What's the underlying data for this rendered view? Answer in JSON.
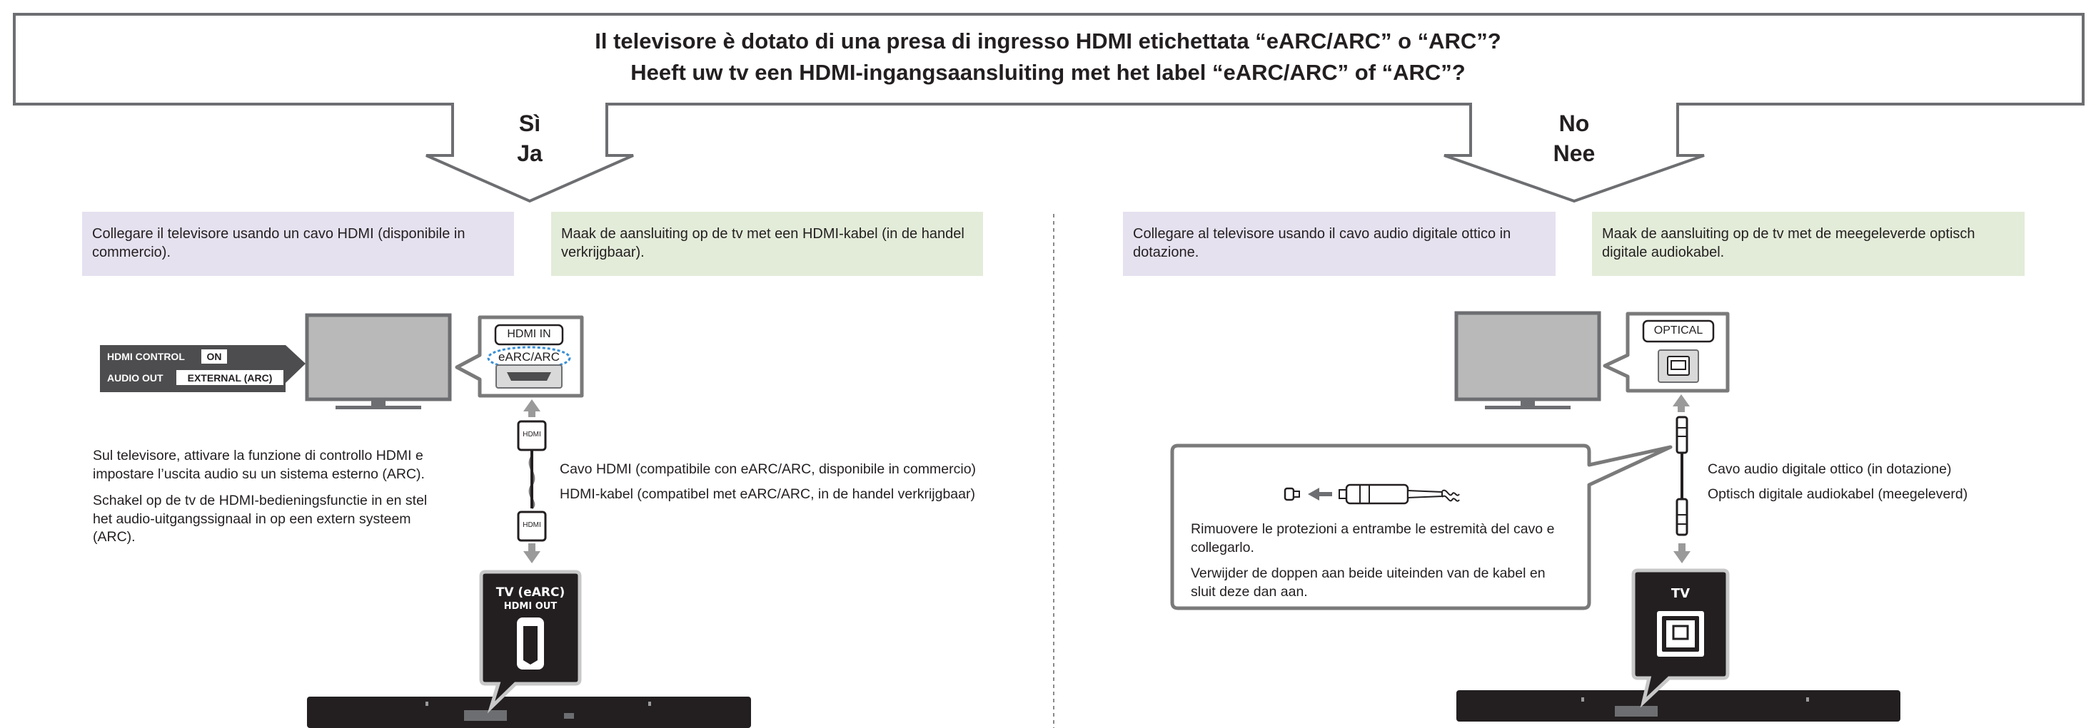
{
  "question": {
    "line_it": "Il televisore è dotato di una presa di ingresso HDMI etichettata “eARC/ARC” o “ARC”?",
    "line_nl": "Heeft uw tv een HDMI-ingangsaansluiting met het label “eARC/ARC” of “ARC”?"
  },
  "left": {
    "answer_it": "Sì",
    "answer_nl": "Ja",
    "box_it": "Collegare il televisore usando un cavo HDMI (disponibile in commercio).",
    "box_nl": "Maak de aansluiting op de tv met een HDMI-kabel (in de handel verkrijgbaar).",
    "tv_menu": [
      {
        "key": "HDMI CONTROL",
        "value": "ON"
      },
      {
        "key": "AUDIO OUT",
        "value": "EXTERNAL (ARC)"
      }
    ],
    "tv_port_label": "HDMI IN",
    "tv_port_sublabel": "eARC/ARC",
    "cable_plug_label": "HDMI",
    "instruction_it": "Sul televisore, attivare la funzione di controllo HDMI e impostare l’uscita audio su un sistema esterno (ARC).",
    "instruction_nl": "Schakel op de tv de HDMI-bedieningsfunctie in en stel het audio-uitgangssignaal in op een extern systeem (ARC).",
    "cable_it": "Cavo HDMI (compatibile con eARC/ARC, disponibile in commercio)",
    "cable_nl": "HDMI-kabel (compatibel met eARC/ARC, in de handel verkrijgbaar)",
    "bar_port_label": "TV (eARC)",
    "bar_port_sublabel": "HDMI OUT"
  },
  "right": {
    "answer_it": "No",
    "answer_nl": "Nee",
    "box_it": "Collegare al televisore usando il cavo audio digitale ottico in dotazione.",
    "box_nl": "Maak de aansluiting op de tv met de meegeleverde optisch digitale audiokabel.",
    "tv_port_label": "OPTICAL",
    "cable_it": "Cavo audio digitale ottico (in dotazione)",
    "cable_nl": "Optisch digitale audiokabel (meegeleverd)",
    "note_it": "Rimuovere le protezioni a entrambe le estremità del cavo e collegarlo.",
    "note_nl": "Verwijder de doppen aan beide uiteinden van de kabel en sluit deze dan aan.",
    "bar_port_label": "TV"
  },
  "colors": {
    "box_purple": "#e6e1ef",
    "box_green": "#e3ecd9",
    "outline_gray": "#777777",
    "tv_screen": "#b7b7b7",
    "device_black": "#231f20",
    "highlight_blue": "#3a8fd6"
  }
}
